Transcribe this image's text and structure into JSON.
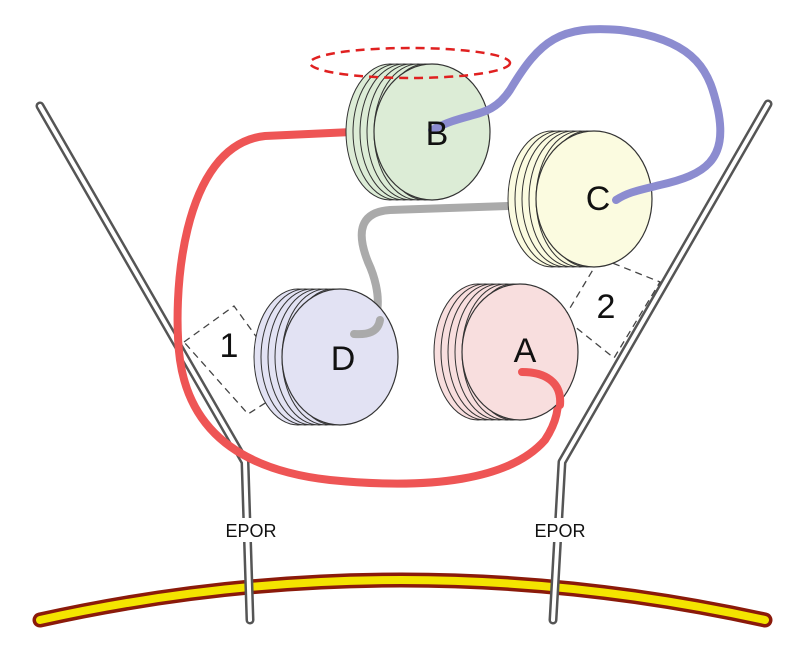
{
  "labels": {
    "bundle_a": "A",
    "bundle_b": "B",
    "bundle_c": "C",
    "bundle_d": "D",
    "region_1": "1",
    "region_2": "2",
    "receptor_left": "EPOR",
    "receptor_right": "EPOR"
  },
  "colors": {
    "bundle_a": "#f8dede",
    "bundle_b": "#dcecd6",
    "bundle_c": "#fbfbe0",
    "bundle_d": "#e2e2f3",
    "linker_red": "#ee5555",
    "linker_blue": "#8c8cd0",
    "linker_gray": "#aaaaaa",
    "membrane_outer": "#8b1a0a",
    "membrane_inner": "#f4e400",
    "dashed_ellipse": "#e02020"
  }
}
